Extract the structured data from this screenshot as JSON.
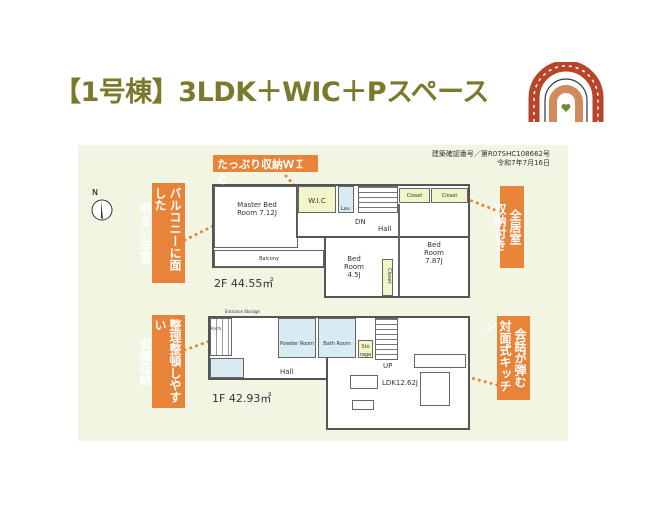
{
  "title": "【1号棟】3LDK＋WIC＋Pスペース",
  "decoration": {
    "icon": "rainbow-heart-icon",
    "colors": [
      "#b8442a",
      "#2d3b4a",
      "#d08a5c",
      "#6e8a3a"
    ]
  },
  "colors": {
    "title": "#7b7a2c",
    "callout": "#e8833a",
    "panel": "#f2f5e2"
  },
  "notes": {
    "permit": "建築確認番号／第R07SHC108662号",
    "date": "令和7年7月16日"
  },
  "compass": "N",
  "floor2": {
    "area": "2F 44.55㎡",
    "rooms": {
      "master": "Master Bed Room 7.12J",
      "wic": "W.I.C",
      "lav": "Lav.",
      "dn": "DN",
      "hall": "Hall",
      "closet1": "Closet",
      "closet2": "Closet",
      "balcony": "Balcony",
      "bed45": "Bed Room 4.5J",
      "closet3": "Closet",
      "bed787": "Bed Room 7.87J"
    }
  },
  "floor1": {
    "area": "1F 42.93㎡",
    "rooms": {
      "entrance_storage": "Entrance Storage",
      "porch": "Porch",
      "powder": "Powder Room",
      "bath": "Bath Room",
      "storage": "Sto rage",
      "up": "UP",
      "hall": "Hall",
      "ldk": "LDK12.62J"
    }
  },
  "callouts": {
    "wic": "たっぷり収納ＷＩＣ",
    "balcony": [
      "バルコニーに面した",
      "明るい洋室"
    ],
    "storage": [
      "全居室",
      "収納付き"
    ],
    "entrance": [
      "整理整頓しやすい",
      "玄関収納"
    ],
    "kitchen": [
      "会話が弾む",
      "対面式キッチン"
    ]
  }
}
